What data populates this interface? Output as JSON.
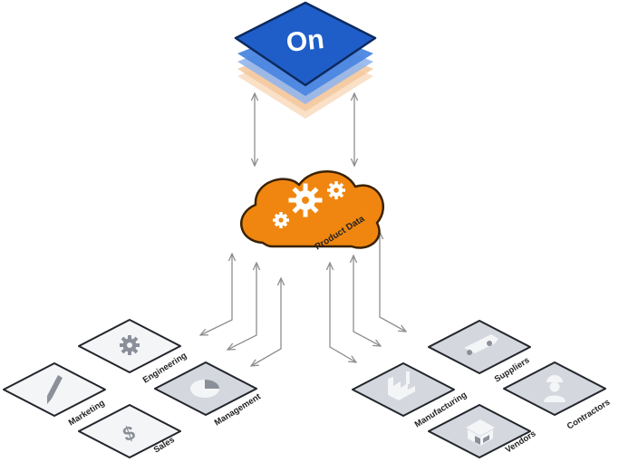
{
  "logo": {
    "text": "On",
    "color": "#1f5ec9",
    "layer_colors": [
      "#4b86e0",
      "#94b6ec",
      "#f4c79c",
      "#f8dbbd"
    ]
  },
  "hub": {
    "label": "Product Data",
    "color": "#f0860f",
    "icon": "gears-icon"
  },
  "departments": [
    {
      "key": "engineering",
      "label": "Engineering",
      "icon": "gear-icon"
    },
    {
      "key": "marketing",
      "label": "Marketing",
      "icon": "pencil-icon"
    },
    {
      "key": "management",
      "label": "Management",
      "icon": "pie-chart-icon"
    },
    {
      "key": "sales",
      "label": "Sales",
      "icon": "dollar-icon"
    }
  ],
  "partners": [
    {
      "key": "suppliers",
      "label": "Suppliers",
      "icon": "truck-icon"
    },
    {
      "key": "manufacturing",
      "label": "Manufacturing",
      "icon": "factory-icon"
    },
    {
      "key": "contractors",
      "label": "Contractors",
      "icon": "worker-icon"
    },
    {
      "key": "vendors",
      "label": "Vendors",
      "icon": "storefront-icon"
    }
  ],
  "colors": {
    "tile_light": "#f4f5f7",
    "tile_dark": "#d4d7de",
    "tile_border": "#22252b",
    "icon_gray": "#8a8f99",
    "arrow": "#8e8e8e"
  }
}
